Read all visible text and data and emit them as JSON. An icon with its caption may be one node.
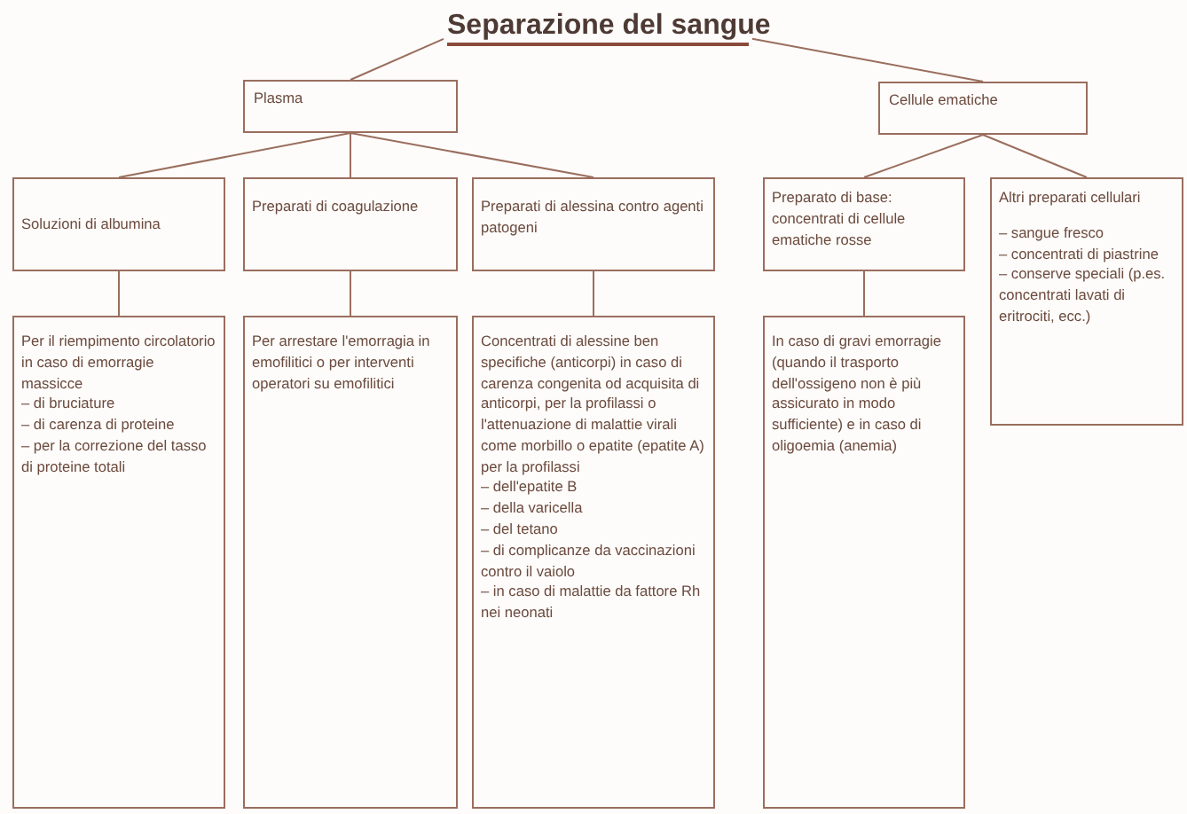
{
  "diagram": {
    "nodes": [
      {
        "text": [
          "Separazione del sangue"
        ]
      },
      {
        "text": [
          "Plasma"
        ]
      },
      {
        "text": [
          "Cellule ematiche"
        ]
      },
      {
        "text": [
          "Soluzioni di albumina"
        ]
      },
      {
        "text": [
          "Preparati di coagulazione"
        ]
      },
      {
        "text": [
          "Preparati di alessina contro agenti patogeni"
        ]
      },
      {
        "text": [
          "Preparato di base: concentrati di cellule ematiche rosse"
        ]
      },
      {
        "text": [
          "Altri preparati cellulari",
          "– sangue fresco",
          "– concentrati di piastrine",
          "– conserve speciali (p.es. concentrati lavati di eritrociti, ecc.)"
        ]
      },
      {
        "text": [
          "Per il riempimento circolatorio in caso di emorragie massicce",
          "– di bruciature",
          "– di carenza di proteine",
          "– per la correzione del tasso di proteine totali"
        ]
      },
      {
        "text": [
          "Per arrestare l'emorragia in emofilitici o per interventi operatori su emofilitici"
        ]
      },
      {
        "text": [
          "Concentrati di alessine ben specifiche (anticorpi) in caso di carenza congenita od acquisita di anticorpi, per la profilassi o l'attenuazione di malattie virali come morbillo o epatite (epatite A)",
          "per la profilassi",
          "– dell'epatite B",
          "– della varicella",
          "– del tetano",
          "– di complicanze da vaccinazioni contro il vaiolo",
          "– in caso di malattie da fattore Rh nei neonati"
        ]
      },
      {
        "text": [
          "In caso di gravi emorragie (quando il trasporto dell'ossigeno non è più assicurato in modo sufficiente) e in caso di oligoemia (anemia)"
        ]
      }
    ],
    "edges": [
      {
        "from": 0,
        "to": 1,
        "arrow": "none"
      },
      {
        "from": 0,
        "to": 2,
        "arrow": "none"
      },
      {
        "from": 1,
        "to": 3,
        "arrow": "none"
      },
      {
        "from": 1,
        "to": 4,
        "arrow": "none"
      },
      {
        "from": 1,
        "to": 5,
        "arrow": "none"
      },
      {
        "from": 2,
        "to": 6,
        "arrow": "none"
      },
      {
        "from": 2,
        "to": 7,
        "arrow": "none"
      },
      {
        "from": 3,
        "to": 8,
        "arrow": "none"
      },
      {
        "from": 4,
        "to": 9,
        "arrow": "none"
      },
      {
        "from": 5,
        "to": 10,
        "arrow": "none"
      },
      {
        "from": 6,
        "to": 11,
        "arrow": "none"
      }
    ]
  }
}
